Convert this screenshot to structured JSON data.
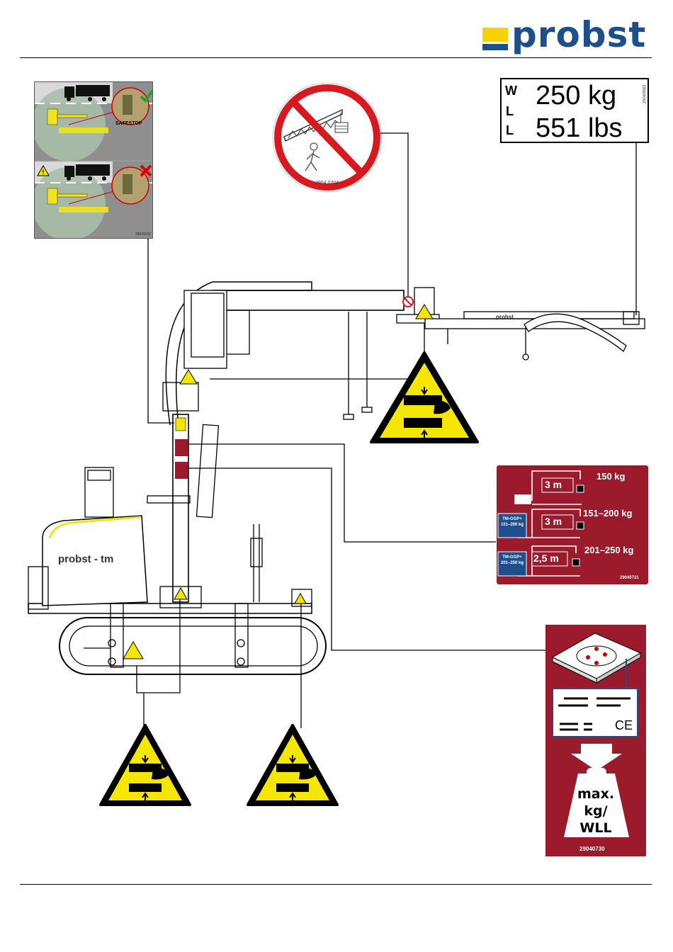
{
  "header": {
    "brand": "probst",
    "logo_colors": {
      "yellow": "#f6d200",
      "blue": "#1f4e8c"
    }
  },
  "wll_plate": {
    "letters": [
      "W",
      "L",
      "L"
    ],
    "value_kg": "250 kg",
    "value_lbs": "551 lbs",
    "code": "29040683"
  },
  "safestop_sign": {
    "label": "SAFESTOP",
    "code": "29041132"
  },
  "no_stand_sign": {
    "code": "2904.0204"
  },
  "load_chart_sign": {
    "rows": [
      {
        "load": "150 kg",
        "distance": "3 m",
        "tag": ""
      },
      {
        "load": "151–200 kg",
        "distance": "3 m",
        "tag": "TM-GGP+ 151–200 kg"
      },
      {
        "load": "201–250 kg",
        "distance": "2,5 m",
        "tag": "TM-GGP+ 201–250 kg"
      }
    ],
    "code": "29040731"
  },
  "max_load_sign": {
    "weight_text": [
      "max.",
      "kg/",
      "WLL"
    ],
    "code": "29040730",
    "ce_mark": "CE"
  },
  "machine": {
    "body_brand": "probst - tm",
    "arm_brand": "probst"
  },
  "colors": {
    "warning_yellow": "#f5e600",
    "sign_red": "#9b1b2c",
    "sign_blue": "#1f4e8c"
  }
}
